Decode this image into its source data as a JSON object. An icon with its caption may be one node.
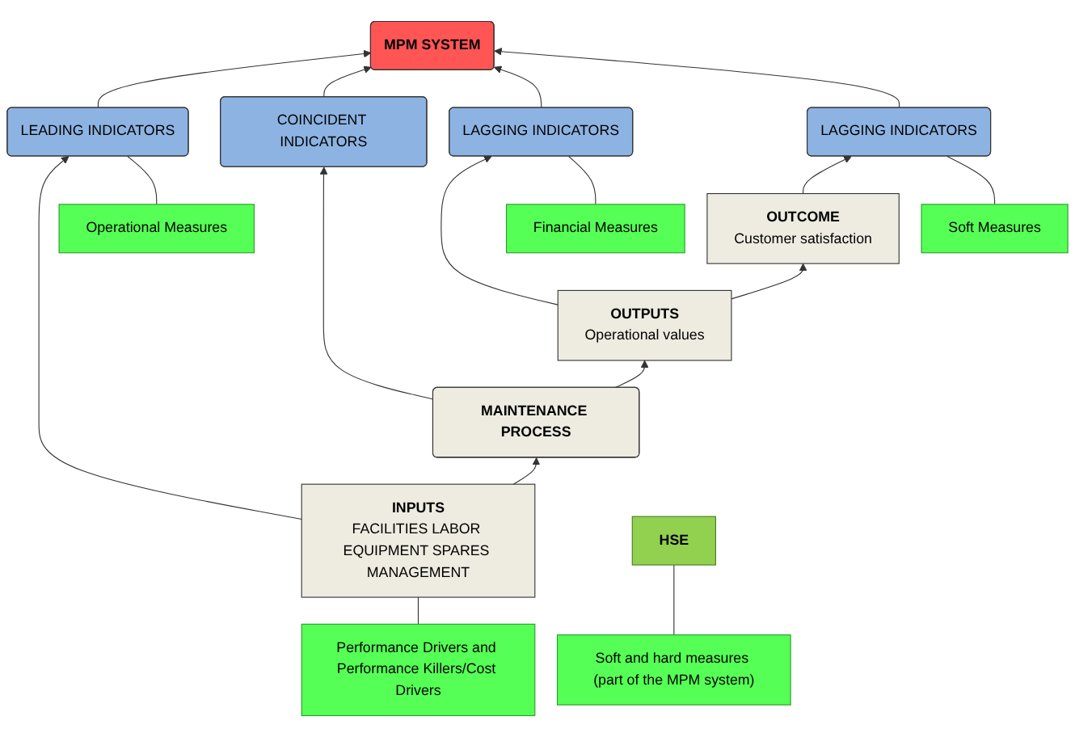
{
  "diagram": {
    "nodes": [
      {
        "text": [
          "MPM SYSTEM"
        ]
      },
      {
        "text": [
          "Operational Measures"
        ]
      },
      {
        "text": [
          "Financial Measures"
        ]
      },
      {
        "text": [
          "Soft Measures"
        ]
      },
      {
        "text": [
          "LEADING INDICATORS"
        ]
      },
      {
        "text": [
          "COINCIDENT INDICATORS"
        ]
      },
      {
        "text": [
          "LAGGING INDICATORS"
        ]
      },
      {
        "text": [
          "LAGGING INDICATORS"
        ]
      },
      {
        "text": [
          "INPUTS",
          "FACILITIES LABOR EQUIPMENT SPARES MANAGEMENT"
        ]
      },
      {
        "text": [
          "MAINTENANCE PROCESS"
        ]
      },
      {
        "text": [
          "OUTPUTS",
          "Operational values"
        ]
      },
      {
        "text": [
          "OUTCOME",
          "Customer satisfaction"
        ]
      },
      {
        "text": [
          "Soft and hard measures (part of the MPM system)"
        ]
      },
      {
        "text": [
          "HSE"
        ]
      },
      {
        "text": [
          "Performance Drivers and Performance Killers/Cost Drivers"
        ]
      }
    ],
    "edges": [
      {
        "from": 8,
        "to": 4,
        "arrow": "to"
      },
      {
        "from": 9,
        "to": 5,
        "arrow": "to"
      },
      {
        "from": 10,
        "to": 6,
        "arrow": "to"
      },
      {
        "from": 11,
        "to": 7,
        "arrow": "to"
      },
      {
        "from": 4,
        "to": 0,
        "arrow": "to"
      },
      {
        "from": 5,
        "to": 0,
        "arrow": "to"
      },
      {
        "from": 6,
        "to": 0,
        "arrow": "to"
      },
      {
        "from": 7,
        "to": 0,
        "arrow": "to"
      },
      {
        "from": 8,
        "to": 9,
        "arrow": "to"
      },
      {
        "from": 9,
        "to": 10,
        "arrow": "to"
      },
      {
        "from": 10,
        "to": 11,
        "arrow": "to"
      },
      {
        "from": 1,
        "to": 4,
        "arrow": "none"
      },
      {
        "from": 2,
        "to": 6,
        "arrow": "none"
      },
      {
        "from": 3,
        "to": 7,
        "arrow": "none"
      },
      {
        "from": 12,
        "to": 13,
        "arrow": "none"
      },
      {
        "from": 14,
        "to": 8,
        "arrow": "none"
      }
    ]
  }
}
